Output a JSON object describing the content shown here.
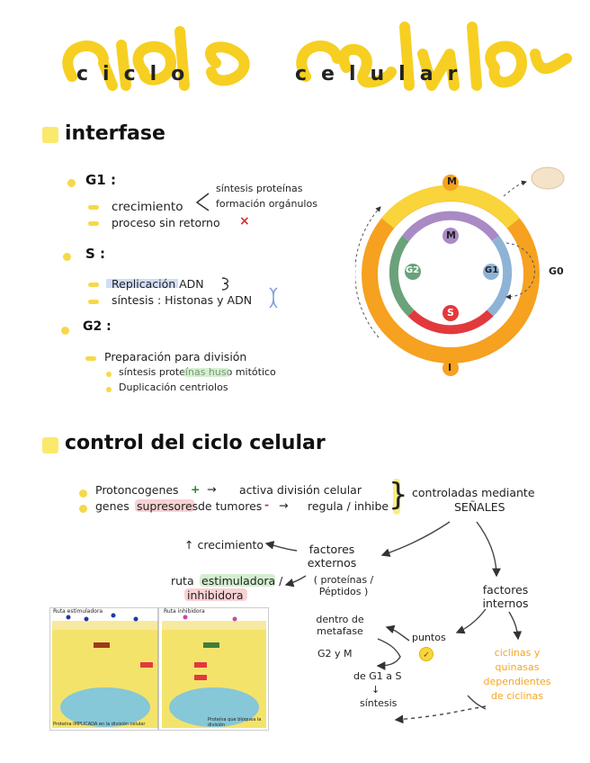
{
  "title": {
    "script": "ciclo celular",
    "small_left": "ciclo",
    "small_right": "celular"
  },
  "interfase": {
    "heading": "interfase",
    "g1_label": "G1 :",
    "g1_items": [
      "crecimiento",
      "proceso sin retorno"
    ],
    "g1_branch": [
      "síntesis proteínas",
      "formación orgánulos"
    ],
    "g1_x": "×",
    "s_label": "S :",
    "s_items": [
      "Replicación ADN",
      "síntesis : Histonas y ADN"
    ],
    "g2_label": "G2 :",
    "g2_item": "Preparación para división",
    "g2_subitems": [
      "síntesis proteínas huso mitótico",
      "Duplicación centriolos"
    ]
  },
  "cycle": {
    "outer_top": "M",
    "outer_bottom": "I",
    "inner_top": "M",
    "inner_left": "G2",
    "inner_right": "G1",
    "inner_bottom": "S",
    "g0": "G0",
    "colors": {
      "yellow": "#f9d43b",
      "orange": "#f6a11f",
      "purple": "#a98ac4",
      "green": "#6aa27a",
      "blue": "#8fb3d6",
      "red": "#e2393d"
    }
  },
  "control": {
    "heading": "control del ciclo celular",
    "line1_a": "Protoncogenes",
    "line1_plus": "+",
    "line1_b": "activa división celular",
    "line2_a": "genes",
    "line2_b": "supresores",
    "line2_c": "de tumores",
    "line2_minus": "-",
    "line2_d": "regula / inhibe",
    "brace_text_1": "controladas mediante",
    "brace_text_2": "SEÑALES",
    "crecimiento": "crecimiento",
    "factores_externos": "factores externos",
    "proteinas": "( proteínas / Péptidos )",
    "ruta_1": "ruta",
    "ruta_2": "estimuladora /",
    "ruta_3": "inhibidora",
    "factores_internos": "factores internos",
    "dentro_metafase": "dentro de metafase",
    "g2_m": "G2 y M",
    "de_g1": "de G1 a S",
    "arrow_down": "↓",
    "sintesis": "síntesis",
    "puntos": "puntos",
    "ciclinas": "ciclinas y quinasas dependientes de ciclinas"
  },
  "figure": {
    "left_title": "Ruta estimuladora",
    "right_title": "Ruta inhibidora",
    "left_caption": "Proteína IMPLICADA en la división celular",
    "right_caption": "Proteína que bloquea la división"
  }
}
